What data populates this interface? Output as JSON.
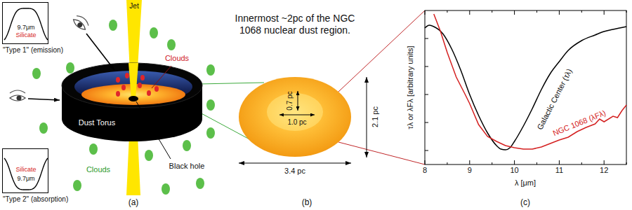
{
  "diagram": {
    "nodes": [
      {
        "text": [
          "9.7μm",
          "Silicate",
          "\"Type 1\" (emission)"
        ]
      },
      {
        "text": [
          "Silicate",
          "9.7μm",
          "\"Type 2\" (absorption)"
        ]
      },
      {
        "text": [
          "Dust Torus"
        ]
      }
    ],
    "labels": [
      "Jet",
      "Clouds",
      "Black hole",
      "Clouds",
      "(a)",
      "Innermost ~2pc of the NGC 1068 nuclear dust region.",
      "0.7 pc",
      "1.0 pc",
      "2.1 pc",
      "3.4 pc",
      "(b)",
      "τλ or λFλ [arbitrary units]",
      "Galactic Center (τλ)",
      "NGC 1068 (λFλ)",
      "8",
      "9",
      "10",
      "11",
      "12",
      "λ [μm]",
      "(c)"
    ]
  }
}
